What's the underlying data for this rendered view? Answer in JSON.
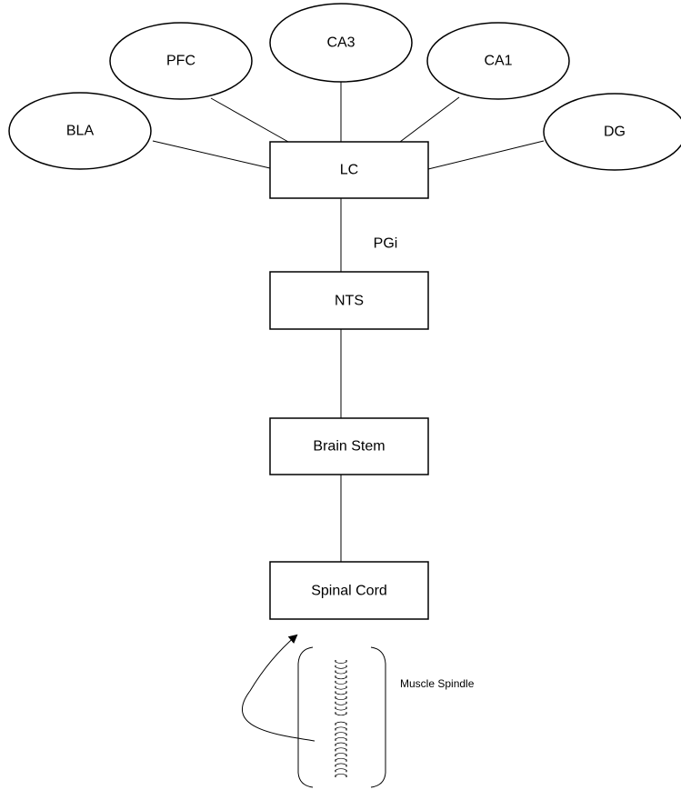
{
  "nodes": {
    "pfc": "PFC",
    "ca3": "CA3",
    "ca1": "CA1",
    "bla": "BLA",
    "dg": "DG",
    "lc": "LC",
    "nts": "NTS",
    "brain_stem": "Brain Stem",
    "spinal_cord": "Spinal Cord"
  },
  "edge_labels": {
    "lc_nts": "PGi"
  },
  "annotations": {
    "muscle_spindle": "Muscle Spindle"
  }
}
